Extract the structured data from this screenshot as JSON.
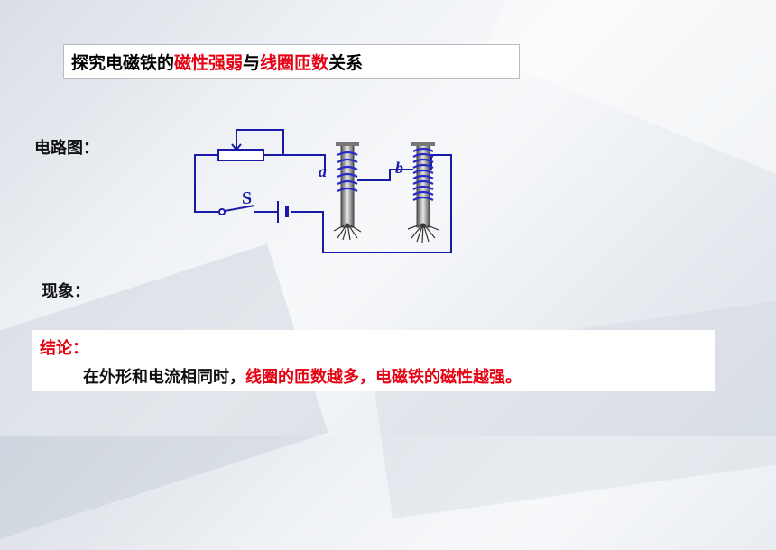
{
  "title": {
    "part1": "探究电磁铁的",
    "part2": "磁性强弱",
    "part3": "与",
    "part4": "线圈匝数",
    "part5": "关系"
  },
  "labels": {
    "circuit": "电路图：",
    "phenomenon": "现象："
  },
  "diagram": {
    "switch_label": "S",
    "coil_a_label": "a",
    "coil_b_label": "b"
  },
  "conclusion": {
    "heading": "结论：",
    "prefix": "在外形和电流相同时，",
    "highlight": "线圈的匝数越多，电磁铁的磁性越强。"
  },
  "colors": {
    "accent_red": "#e60012",
    "wire_blue": "#1a1aa8",
    "coil_blue": "#2a2ac8"
  }
}
